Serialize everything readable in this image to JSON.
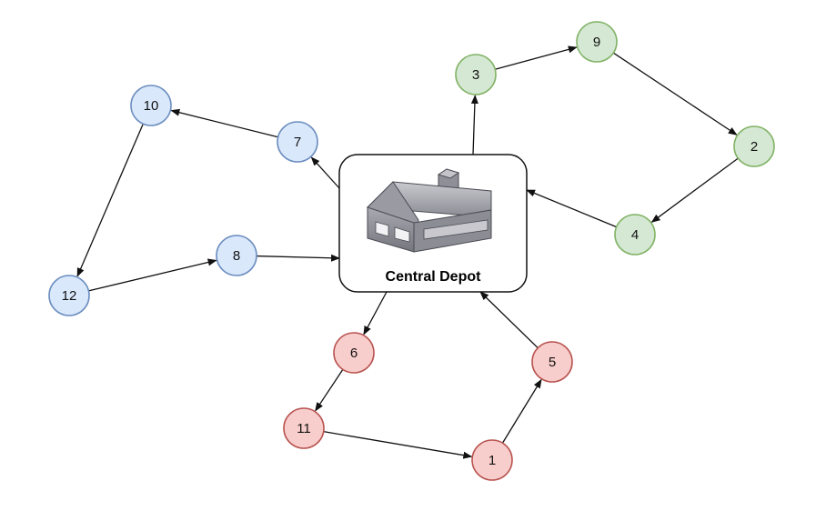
{
  "depot": {
    "label": "Central Depot",
    "icon": "warehouse-icon"
  },
  "colors": {
    "blue_fill": "#dae8fc",
    "blue_stroke": "#6c8ebf",
    "green_fill": "#d5e8d4",
    "green_stroke": "#82b366",
    "red_fill": "#f8cecc",
    "red_stroke": "#b85450",
    "edge": "#111111"
  },
  "nodes": [
    {
      "id": "n10",
      "label": "10",
      "route": "blue"
    },
    {
      "id": "n7",
      "label": "7",
      "route": "blue"
    },
    {
      "id": "n8",
      "label": "8",
      "route": "blue"
    },
    {
      "id": "n12",
      "label": "12",
      "route": "blue"
    },
    {
      "id": "n3",
      "label": "3",
      "route": "green"
    },
    {
      "id": "n9",
      "label": "9",
      "route": "green"
    },
    {
      "id": "n2",
      "label": "2",
      "route": "green"
    },
    {
      "id": "n4",
      "label": "4",
      "route": "green"
    },
    {
      "id": "n6",
      "label": "6",
      "route": "red"
    },
    {
      "id": "n11",
      "label": "11",
      "route": "red"
    },
    {
      "id": "n1",
      "label": "1",
      "route": "red"
    },
    {
      "id": "n5",
      "label": "5",
      "route": "red"
    }
  ],
  "edges": [
    {
      "from": "depot",
      "to": "n7"
    },
    {
      "from": "n7",
      "to": "n10"
    },
    {
      "from": "n10",
      "to": "n12"
    },
    {
      "from": "n12",
      "to": "n8"
    },
    {
      "from": "n8",
      "to": "depot"
    },
    {
      "from": "depot",
      "to": "n3"
    },
    {
      "from": "n3",
      "to": "n9"
    },
    {
      "from": "n9",
      "to": "n2"
    },
    {
      "from": "n2",
      "to": "n4"
    },
    {
      "from": "n4",
      "to": "depot"
    },
    {
      "from": "depot",
      "to": "n6"
    },
    {
      "from": "n6",
      "to": "n11"
    },
    {
      "from": "n11",
      "to": "n1"
    },
    {
      "from": "n1",
      "to": "n5"
    },
    {
      "from": "n5",
      "to": "depot"
    }
  ]
}
